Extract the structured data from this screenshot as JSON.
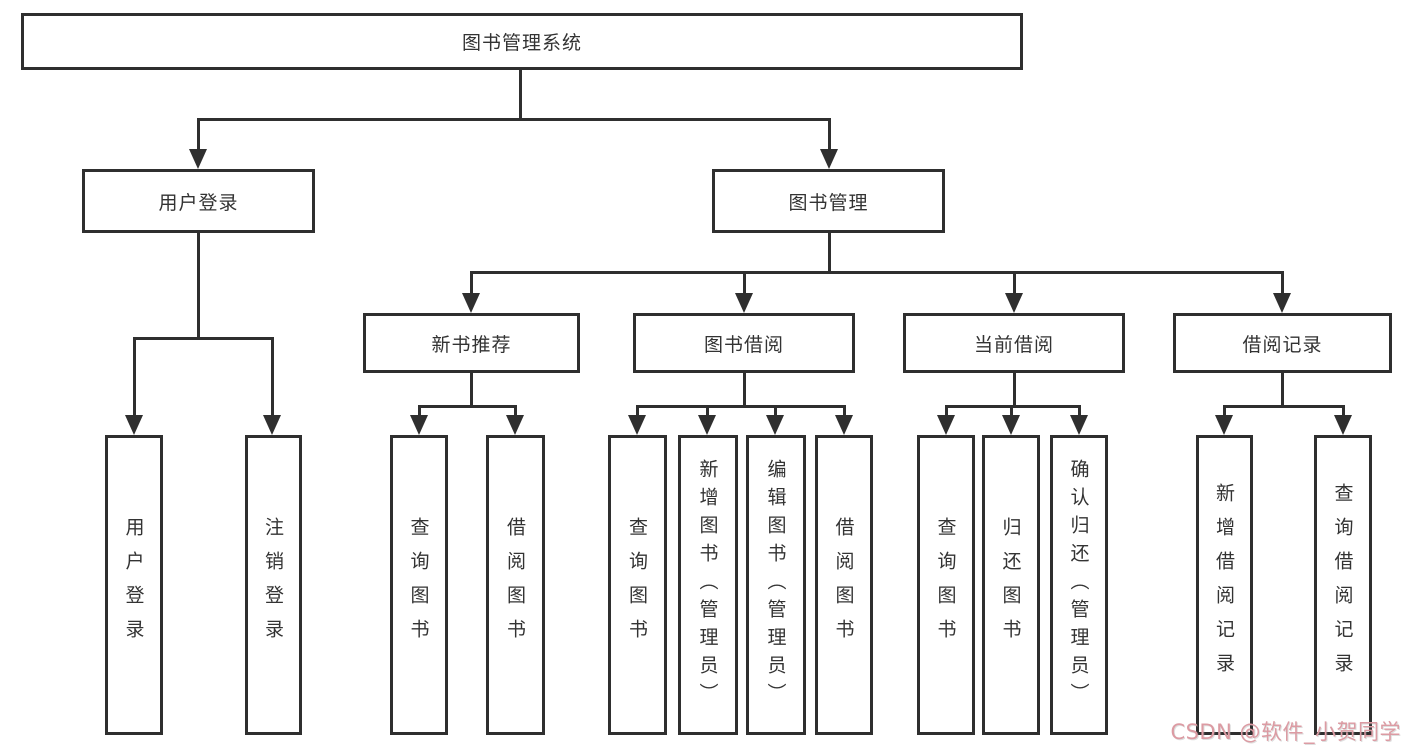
{
  "diagram": {
    "nodes": {
      "root": "图书管理系统",
      "level2": [
        "用户登录",
        "图书管理"
      ],
      "level3": [
        "新书推荐",
        "图书借阅",
        "当前借阅",
        "借阅记录"
      ],
      "leaves": [
        "用户登录",
        "注销登录",
        "查询图书",
        "借阅图书",
        "查询图书",
        "新增图书（管理员）",
        "编辑图书（管理员）",
        "借阅图书",
        "查询图书",
        "归还图书",
        "确认归还（管理员）",
        "新增借阅记录",
        "查询借阅记录"
      ]
    },
    "colors": {
      "line": "#2f2f2f",
      "text": "#333333",
      "background": "#ffffff",
      "watermark": "#dc9ba3"
    }
  },
  "watermark": "CSDN @软件_小贺同学"
}
